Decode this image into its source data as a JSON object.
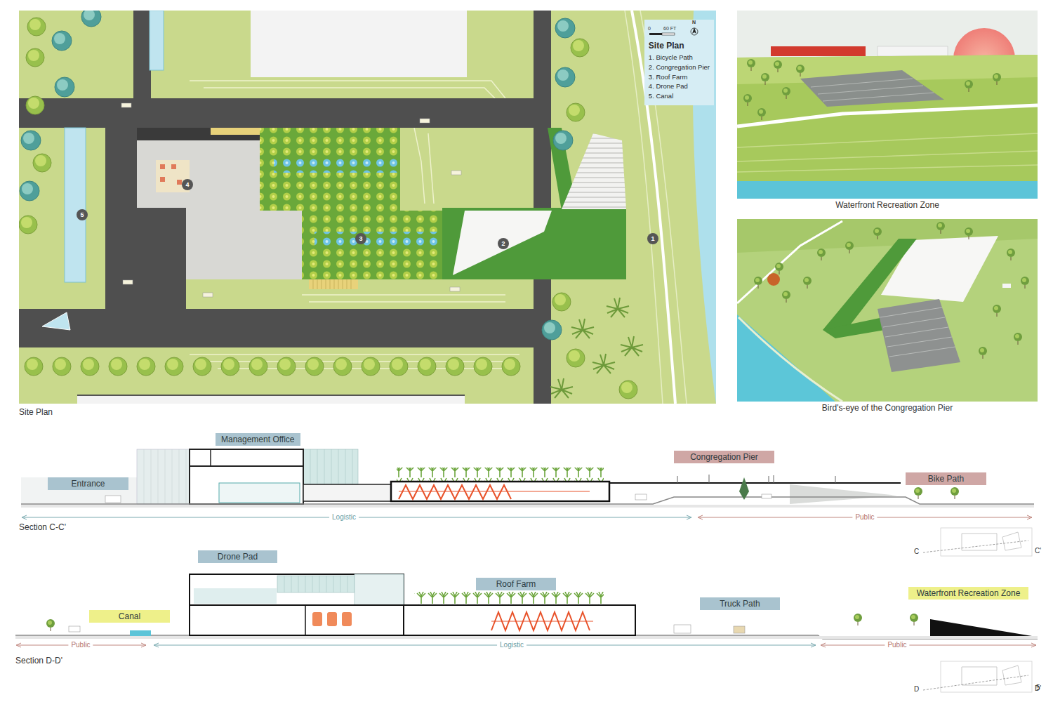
{
  "diagram": {
    "nodes": [
      {
        "text": [
          "Site Plan",
          "1. Bicycle Path",
          "2. Congregation Pier",
          "3. Roof Farm",
          "4. Drone Pad",
          "5. Canal"
        ]
      },
      {
        "text": [
          "Management Office"
        ]
      },
      {
        "text": [
          "Entrance"
        ]
      },
      {
        "text": [
          "Congregation Pier"
        ]
      },
      {
        "text": [
          "Bike Path"
        ]
      },
      {
        "text": [
          "Drone Pad"
        ]
      },
      {
        "text": [
          "Roof Farm"
        ]
      },
      {
        "text": [
          "Canal"
        ]
      },
      {
        "text": [
          "Truck Path"
        ]
      },
      {
        "text": [
          "Waterfront Recreation Zone"
        ]
      }
    ],
    "labels": [
      "0",
      "60 FT",
      "N",
      "4",
      "3",
      "2",
      "1",
      "5",
      "Site Plan",
      "Waterfront Recreation Zone",
      "Bird's-eye of the Congregation Pier",
      "Section C-C'",
      "Logistic",
      "Public",
      "C",
      "C'",
      "Section D-D'",
      "Public",
      "Logistic",
      "Public",
      "D",
      "D'",
      "5"
    ]
  }
}
